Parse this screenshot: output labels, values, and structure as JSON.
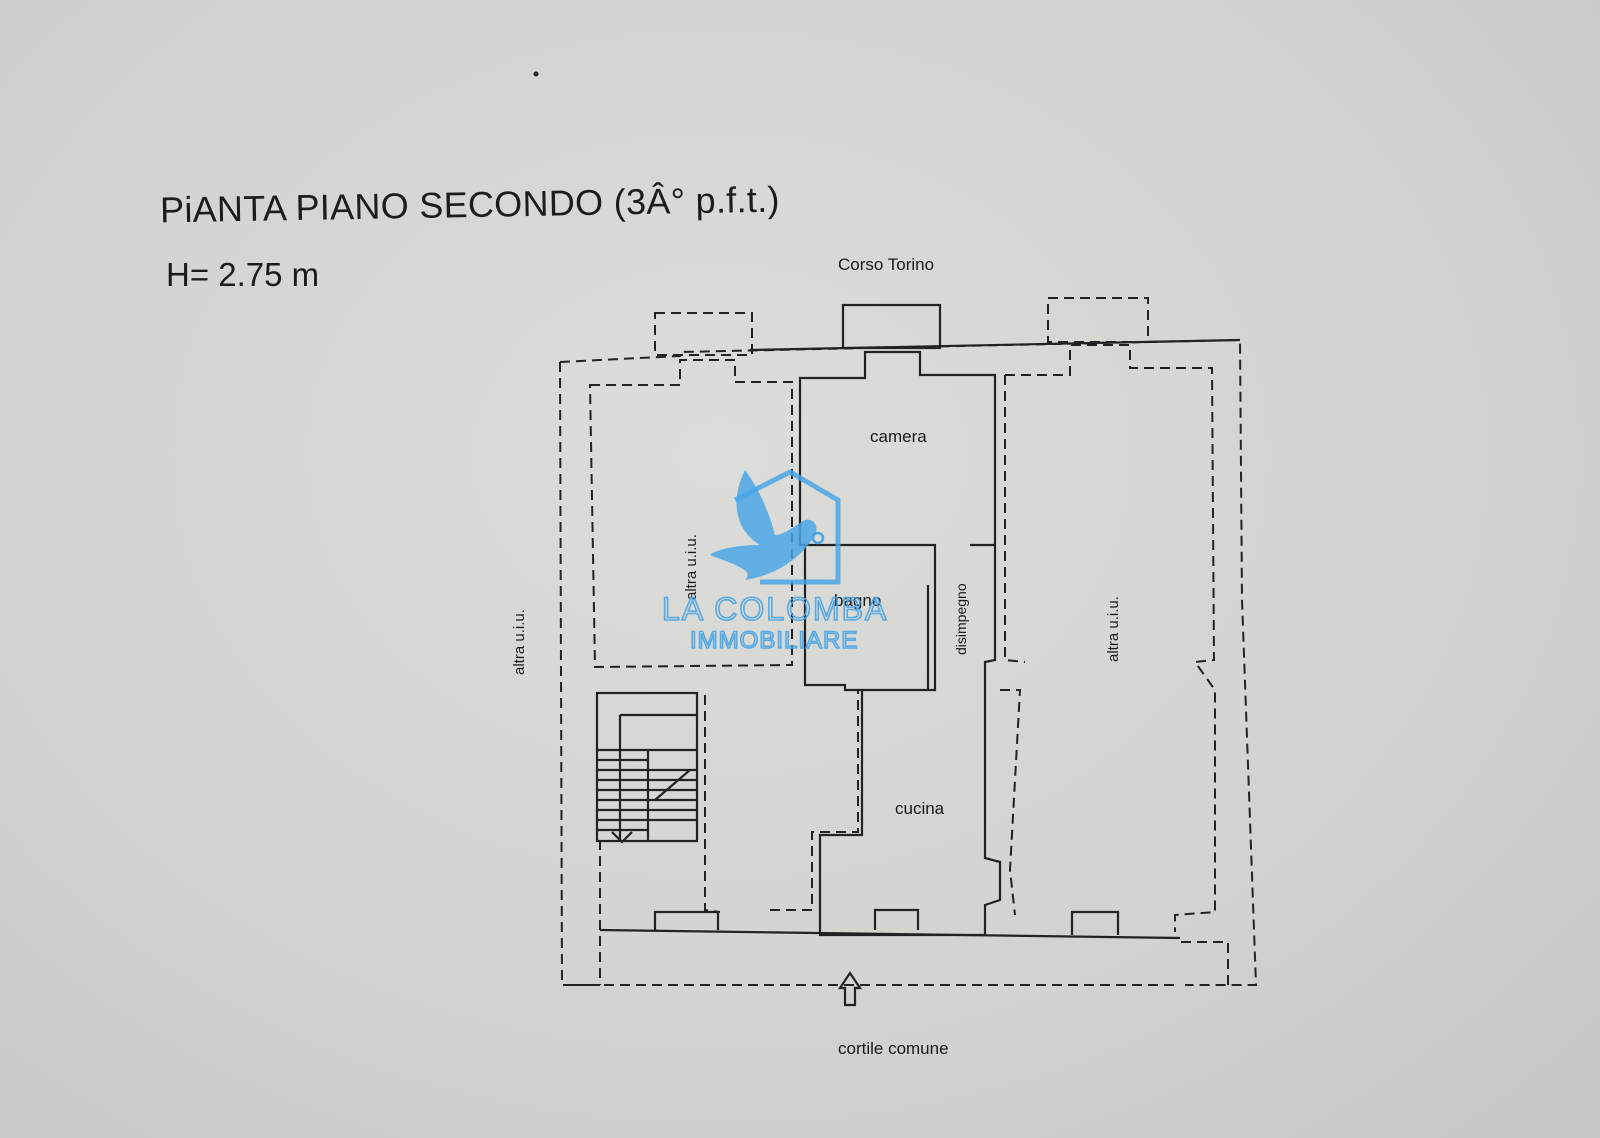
{
  "header": {
    "title": "PiANTA PIANO SECONDO (3Â° p.f.t.)",
    "height": "H= 2.75 m"
  },
  "plan": {
    "street_top": "Corso Torino",
    "street_bottom": "cortile comune",
    "rooms": {
      "camera": "camera",
      "bagno": "bagno",
      "disimpegno": "disimpegno",
      "cucina": "cucina",
      "other_unit": "altra u.i.u."
    }
  },
  "watermark": {
    "line1": "LA COLOMBA",
    "line2": "IMMOBILIARE",
    "color": "#4aa6e6"
  }
}
